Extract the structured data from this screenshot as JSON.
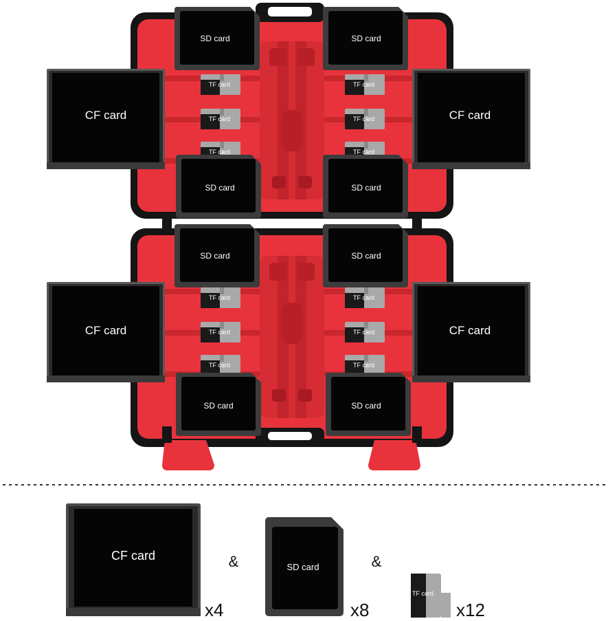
{
  "labels": {
    "cf": "CF card",
    "sd": "SD card",
    "tf": "TF card"
  },
  "legend": {
    "cf_qty": "x4",
    "sd_qty": "x8",
    "tf_qty": "x12",
    "amp": "&"
  },
  "colors": {
    "case_red": "#e8333c",
    "case_shell": "#1b1b1b",
    "card_face": "#050505",
    "card_frame": "#4a4a4a",
    "tf_grey": "#a9a9a9"
  }
}
